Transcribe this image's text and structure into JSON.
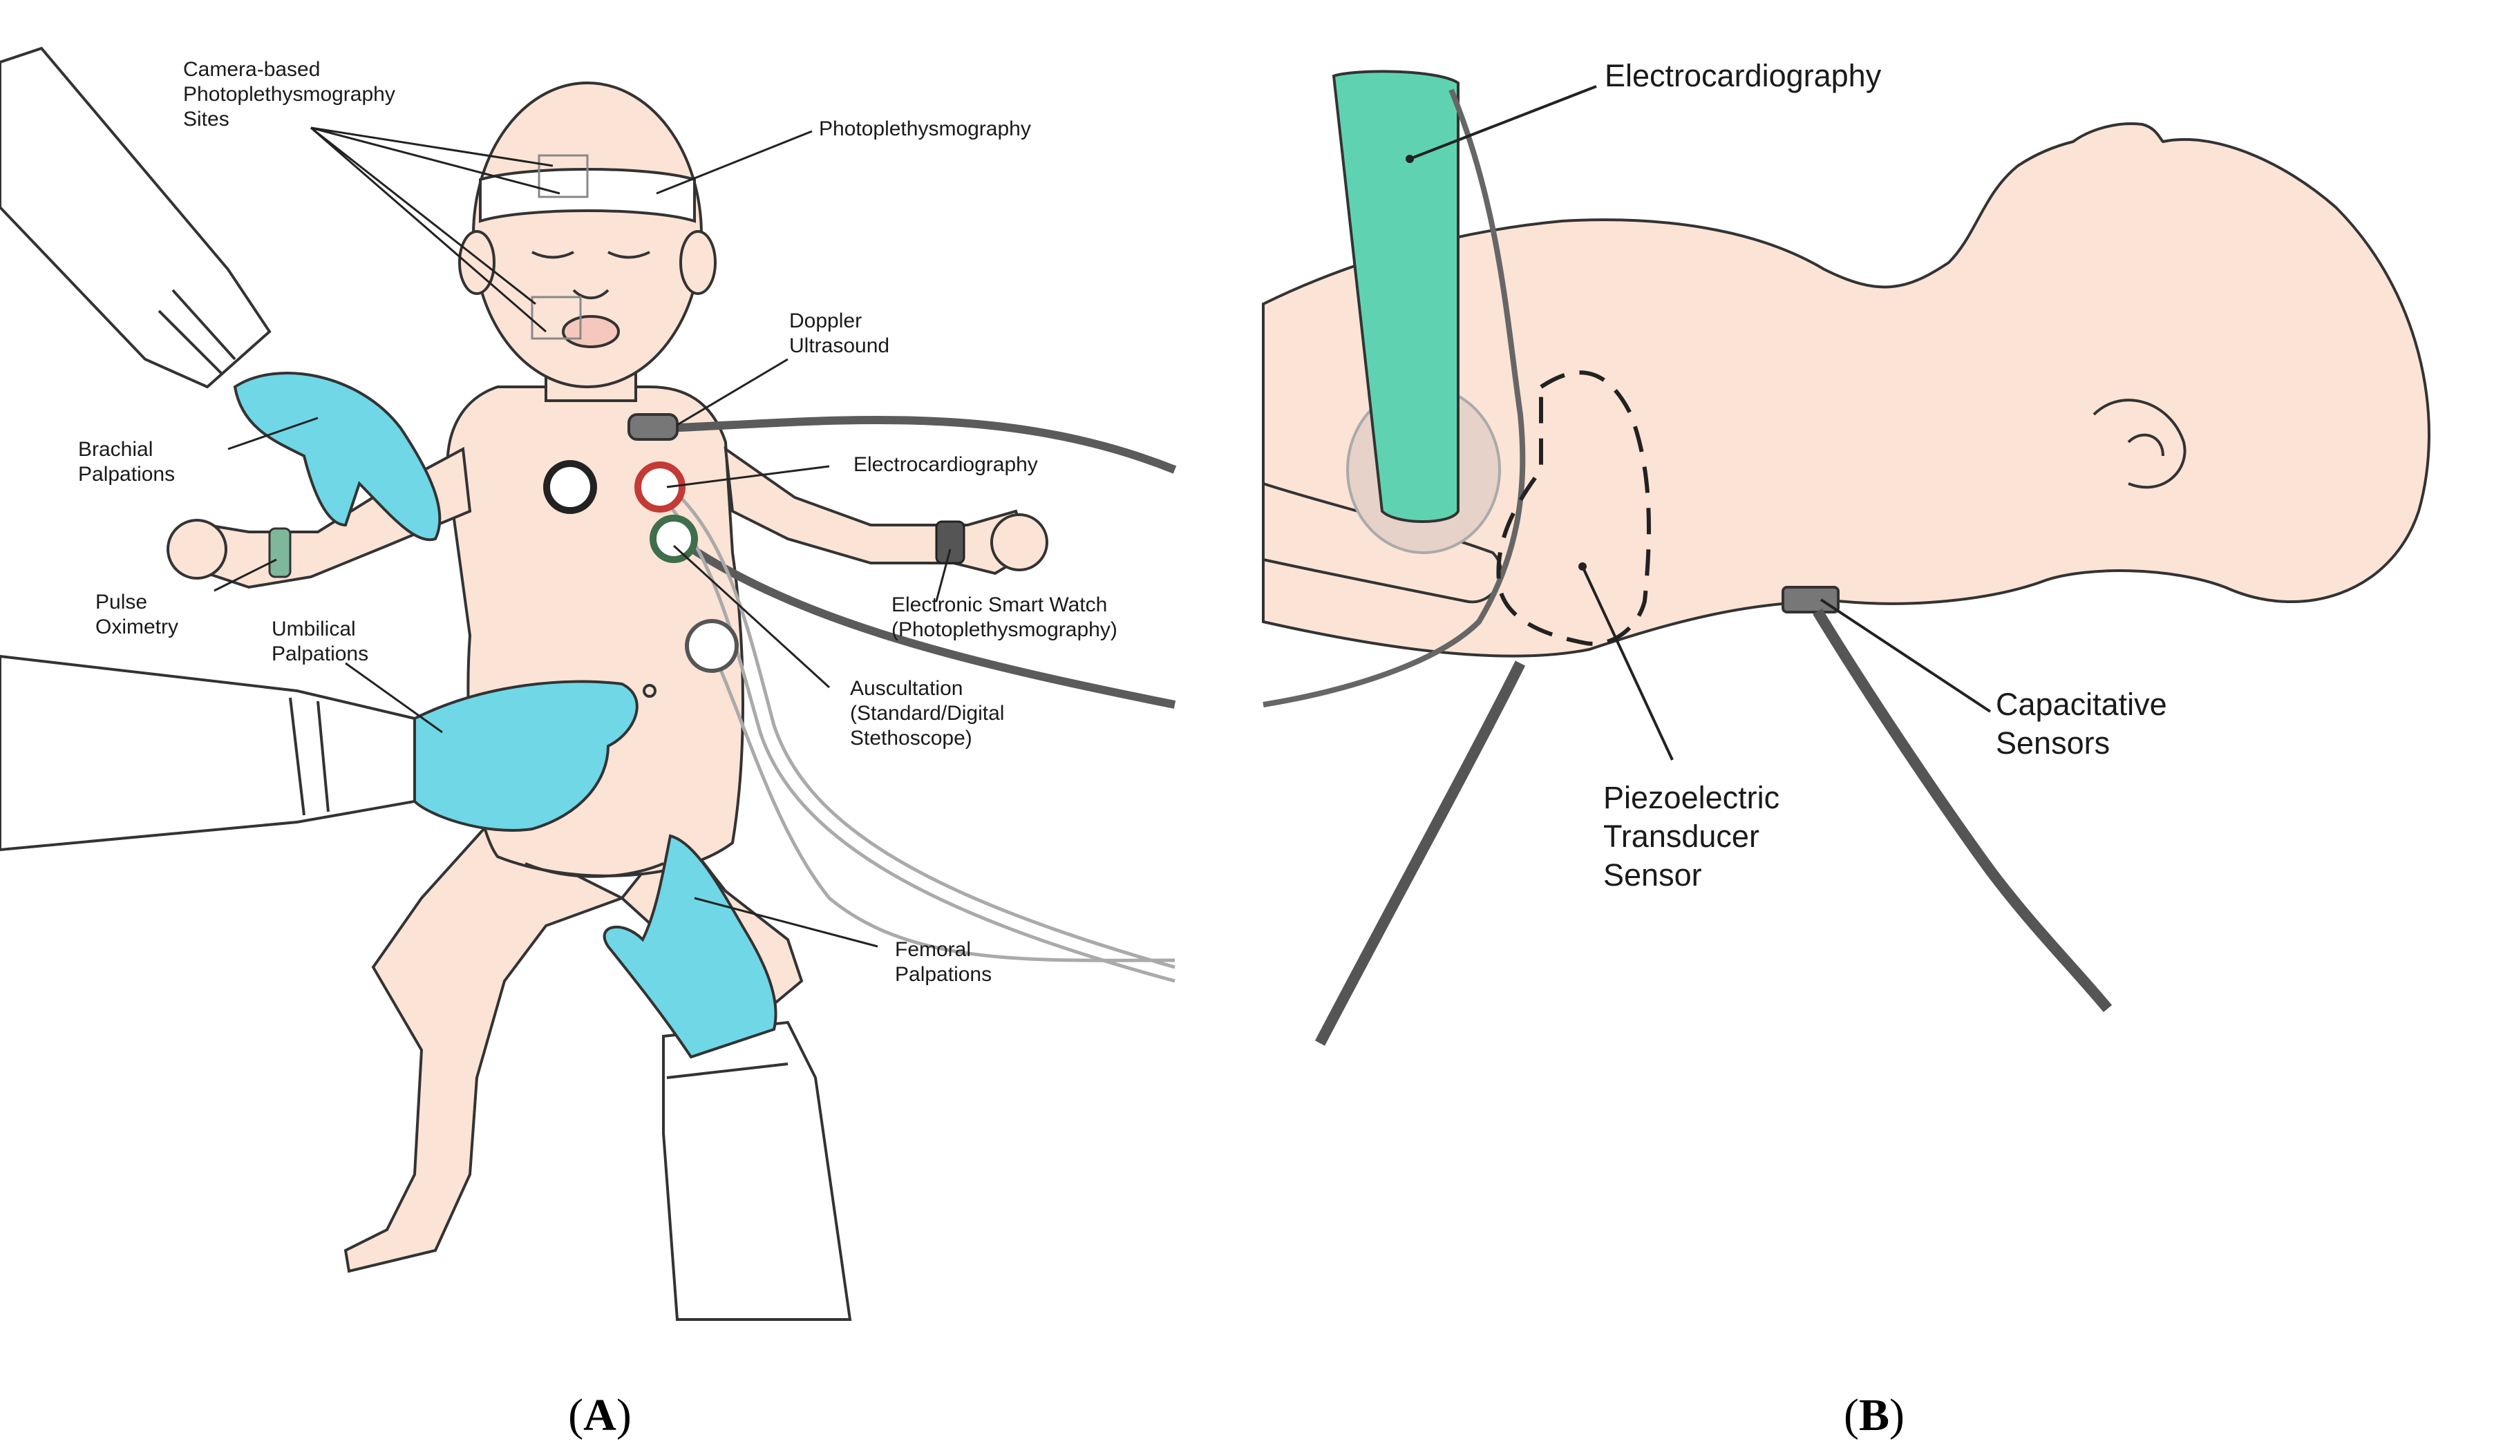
{
  "colors": {
    "skin": "#fbe3d6",
    "glove": "#6fd7e6",
    "coat": "#ffffff",
    "ecg_pad": "#5fd3b1",
    "cable": "#5b5b5b",
    "ecg_red": "#c43a35",
    "ecg_green": "#3f6e4c",
    "outline": "#333333"
  },
  "panel_a": {
    "letter": "A",
    "labels": {
      "camera_ppg": [
        "Camera-based",
        "Photoplethysmography",
        "Sites"
      ],
      "ppg": [
        "Photoplethysmography"
      ],
      "doppler": [
        "Doppler",
        "Ultrasound"
      ],
      "brachial": [
        "Brachial",
        "Palpations"
      ],
      "ecg": [
        "Electrocardiography"
      ],
      "pulse_ox": [
        "Pulse",
        "Oximetry"
      ],
      "smartwatch": [
        "Electronic Smart Watch",
        "(Photoplethysmography)"
      ],
      "umbilical": [
        "Umbilical",
        "Palpations"
      ],
      "auscultation": [
        "Auscultation",
        "(Standard/Digital",
        "Stethoscope)"
      ],
      "femoral": [
        "Femoral",
        "Palpations"
      ]
    }
  },
  "panel_b": {
    "letter": "B",
    "labels": {
      "ecg": [
        "Electrocardiography"
      ],
      "capacitive": [
        "Capacitative",
        "Sensors"
      ],
      "piezo": [
        "Piezoelectric",
        "Transducer",
        "Sensor"
      ]
    }
  }
}
